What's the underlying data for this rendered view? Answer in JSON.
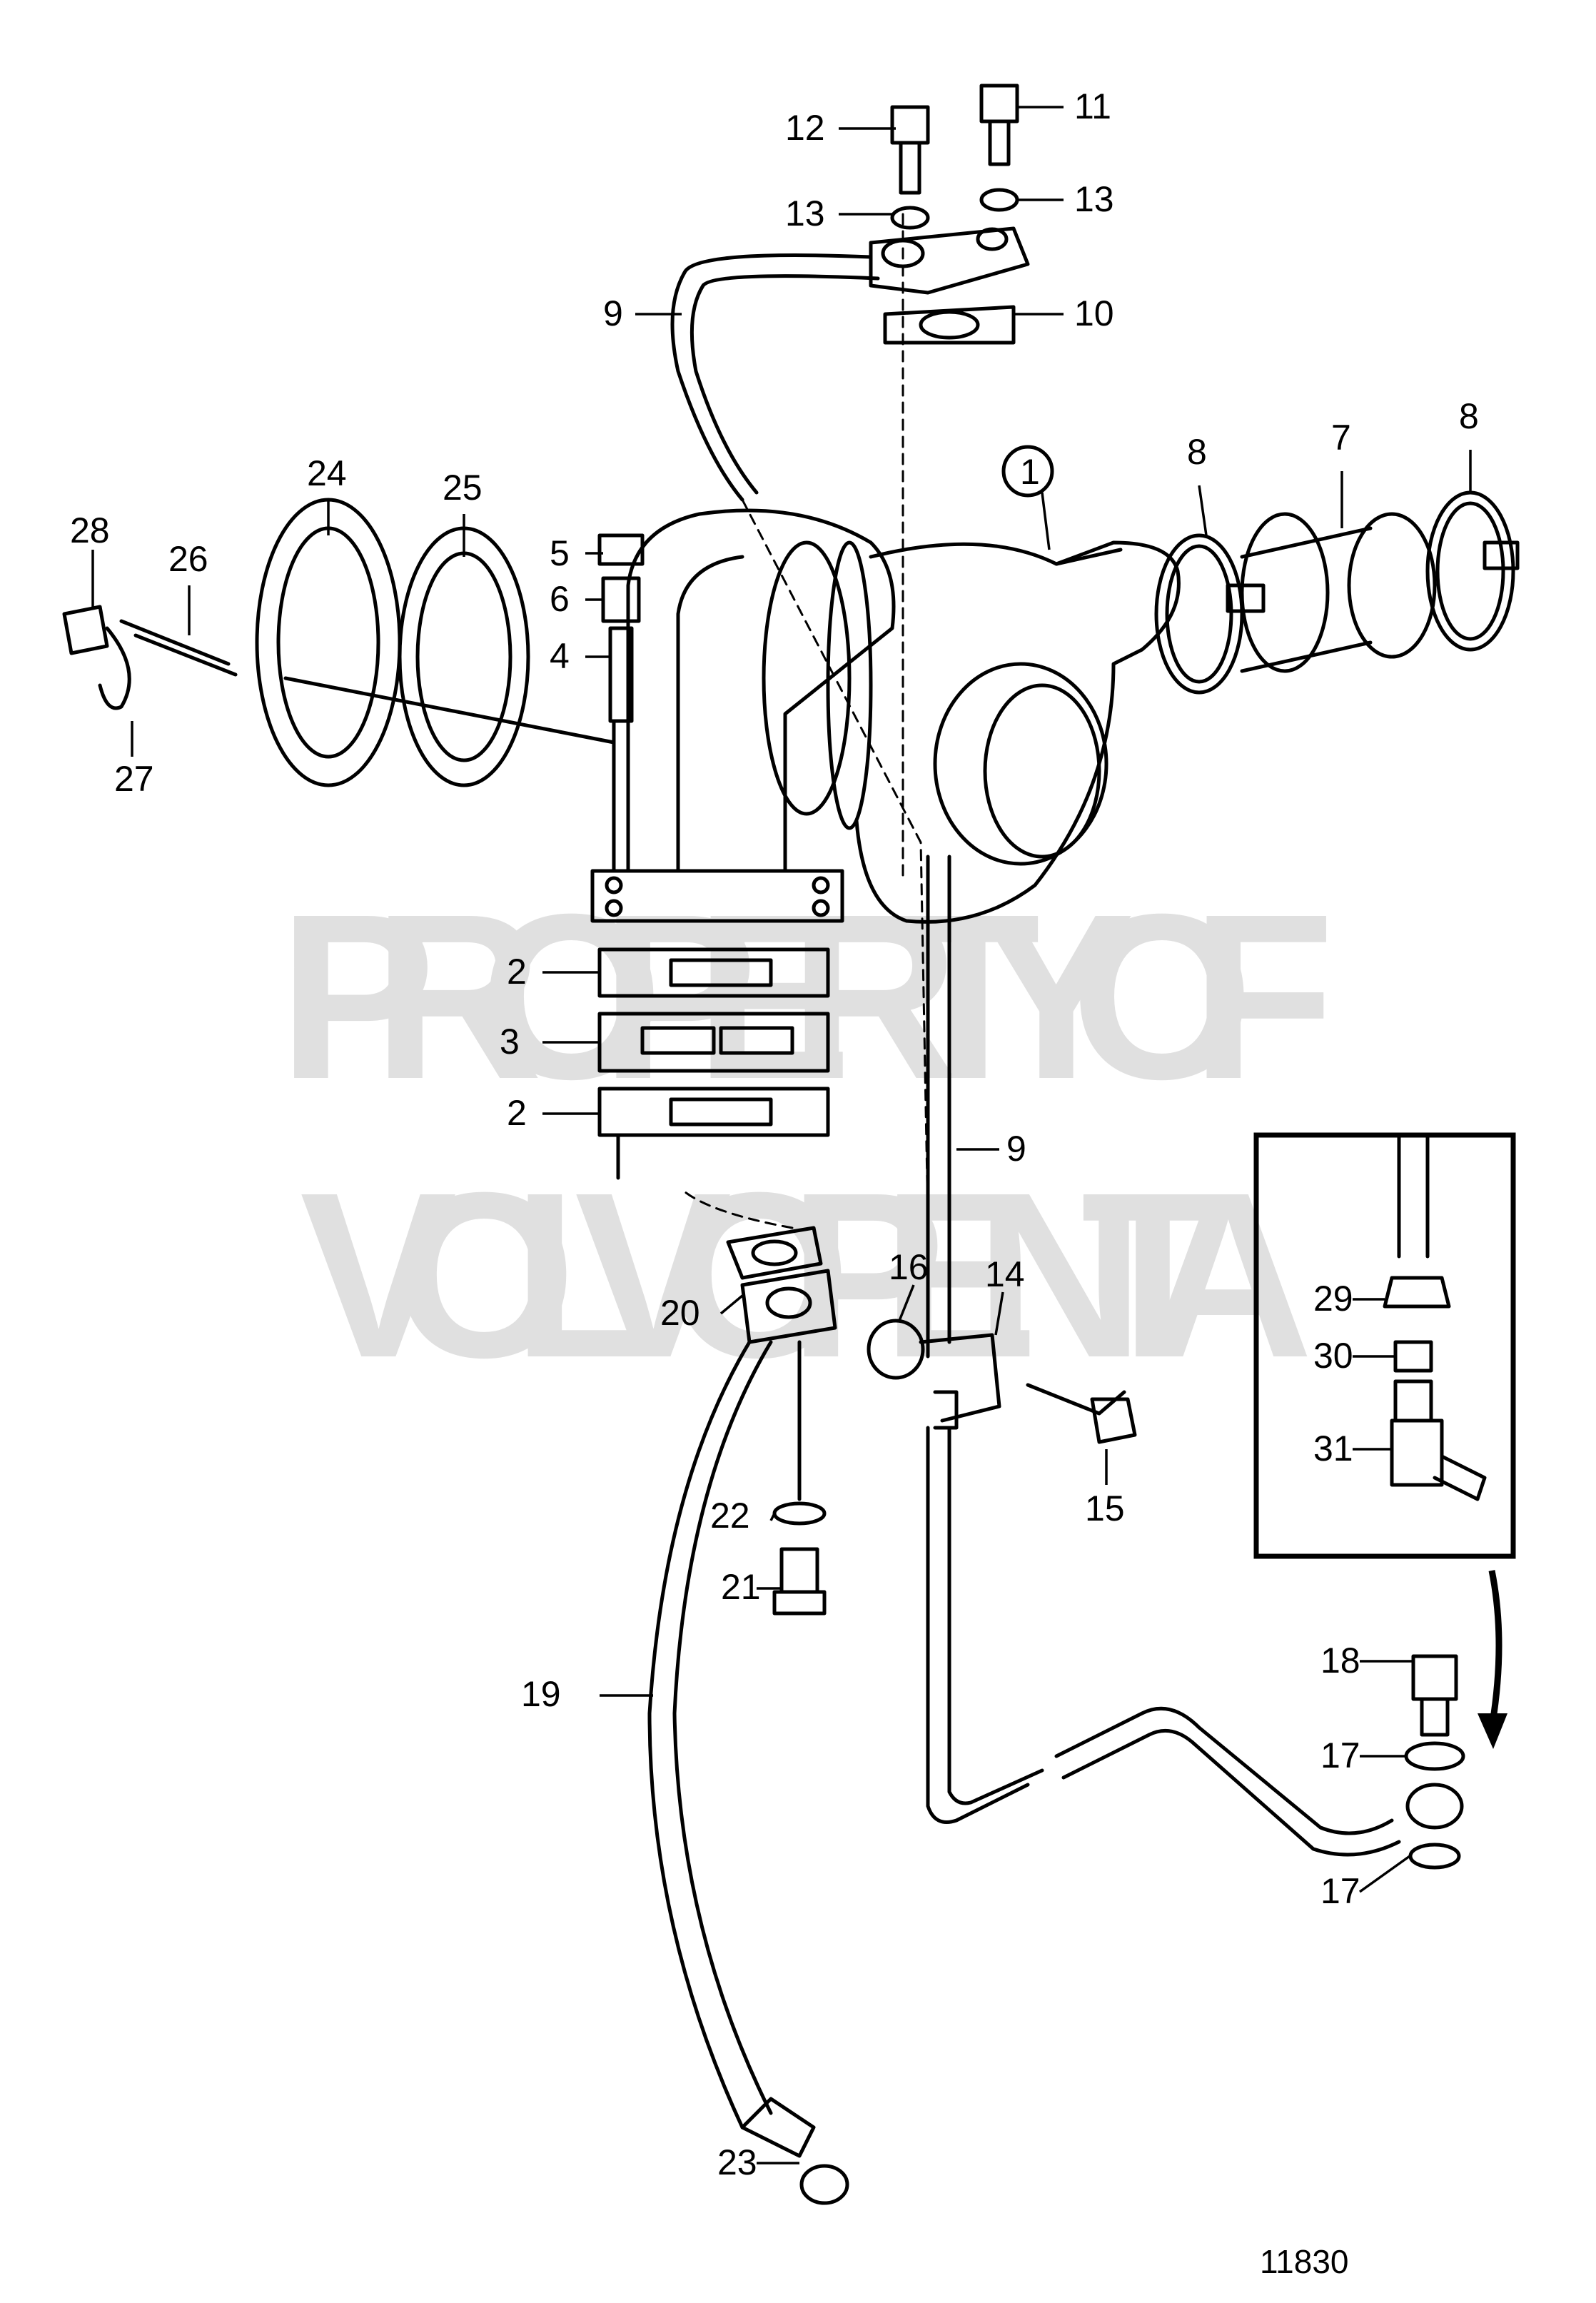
{
  "watermark": {
    "line1": "PROPERTY OF",
    "line2": "VOLVO PENTA"
  },
  "figure_number": "11830",
  "callouts": {
    "c1": "1",
    "c2a": "2",
    "c2b": "2",
    "c3": "3",
    "c4": "4",
    "c5": "5",
    "c6": "6",
    "c7": "7",
    "c8a": "8",
    "c8b": "8",
    "c9a": "9",
    "c9b": "9",
    "c10": "10",
    "c11": "11",
    "c12": "12",
    "c13a": "13",
    "c13b": "13",
    "c14": "14",
    "c15": "15",
    "c16": "16",
    "c17a": "17",
    "c17b": "17",
    "c18": "18",
    "c19": "19",
    "c20": "20",
    "c21": "21",
    "c22": "22",
    "c23": "23",
    "c24": "24",
    "c25": "25",
    "c26": "26",
    "c27": "27",
    "c28": "28",
    "c29": "29",
    "c30": "30",
    "c31": "31"
  }
}
